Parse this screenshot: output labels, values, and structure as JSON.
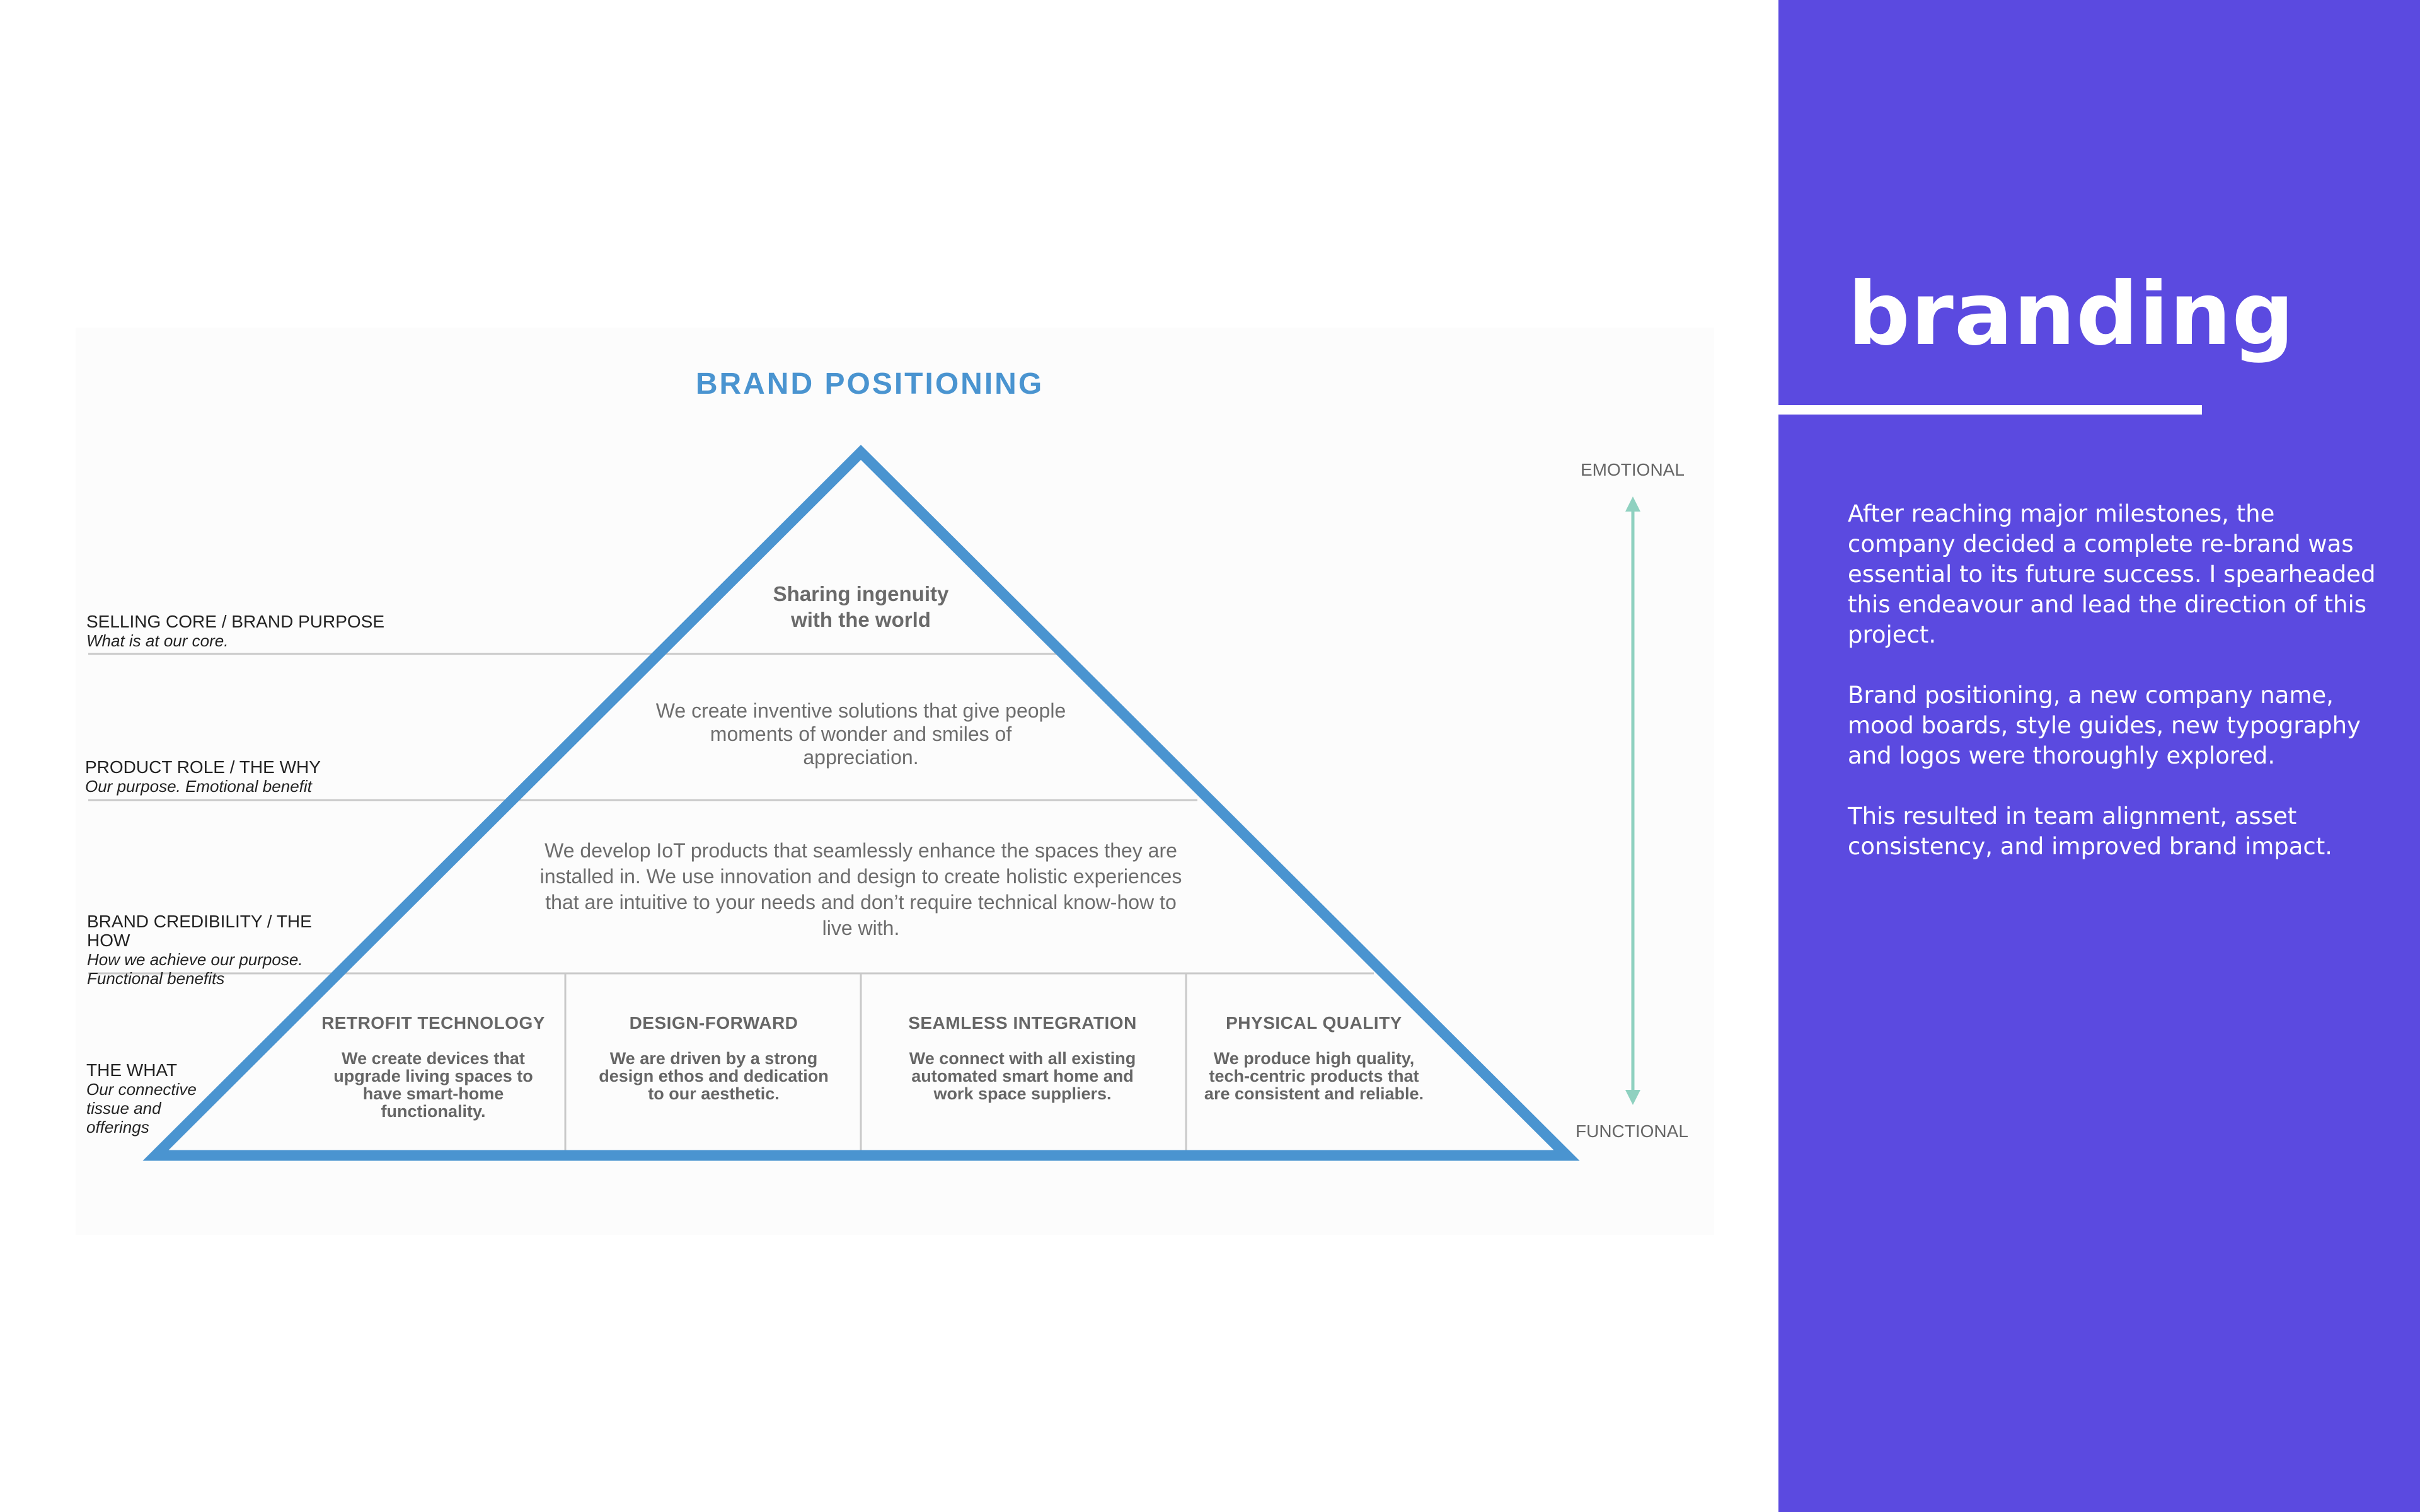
{
  "diagram": {
    "title": "BRAND POSITIONING",
    "labels": [
      {
        "title": "SELLING CORE / BRAND PURPOSE",
        "subtitle": "What is at our core."
      },
      {
        "title": "PRODUCT ROLE / THE WHY",
        "subtitle": "Our purpose. Emotional benefit"
      },
      {
        "title": "BRAND CREDIBILITY / THE HOW",
        "subtitle": "How we achieve our purpose. Functional benefits"
      },
      {
        "title": "THE WHAT",
        "subtitle": "Our connective tissue and offerings"
      }
    ],
    "tiers": {
      "top": "Sharing ingenuity with the world",
      "why": "We create inventive solutions that give people moments of wonder and smiles of appreciation.",
      "how": "We develop IoT products that seamlessly enhance the spaces they are installed in. We use innovation and design to create holistic experiences that are intuitive to your needs and don’t require technical know-how to live with."
    },
    "columns": [
      {
        "title": "RETROFIT TECHNOLOGY",
        "body": "We create devices that upgrade living spaces to have smart-home functionality."
      },
      {
        "title": "DESIGN-FORWARD",
        "body": "We are driven by a strong design ethos and dedication to our aesthetic."
      },
      {
        "title": "SEAMLESS INTEGRATION",
        "body": "We connect with all existing automated smart home and work space suppliers."
      },
      {
        "title": "PHYSICAL QUALITY",
        "body": "We produce high quality, tech-centric products that are consistent and reliable."
      }
    ],
    "axis": {
      "top": "EMOTIONAL",
      "bottom": "FUNCTIONAL"
    },
    "colors": {
      "triangle": "#4a94d0",
      "arrow": "#8fd1c0",
      "panel": "#5b4ae0"
    }
  },
  "panel": {
    "title": "branding",
    "paragraphs": [
      "After reaching major milestones, the company decided a complete re-brand was essential to its future success. I spearheaded this endeavour and lead the direction of this project.",
      "Brand positioning, a new company name, mood boards, style guides, new typography and logos were thoroughly explored.",
      "This resulted in team alignment, asset consistency, and improved brand impact."
    ]
  }
}
